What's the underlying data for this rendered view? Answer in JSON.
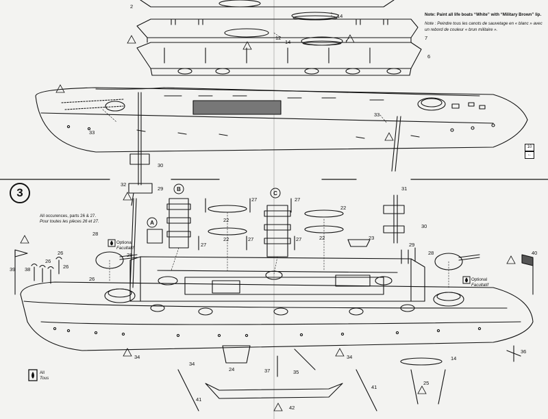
{
  "step": {
    "number": "3"
  },
  "notes": {
    "en_prefix": "Note:",
    "en_text": "Paint all life boats “White” with “Military Brown” lip.",
    "fr_prefix": "Note :",
    "fr_text": "Peindre tous les canots de sauvetage en « blanc » avec un rebord de couleur « brun militaire »."
  },
  "occurrences": {
    "en": "All occurences, parts 26 & 27.",
    "fr": "Pour toutes les pièces 26 et 27."
  },
  "optional": {
    "en": "Optional",
    "fr": "Facultatif"
  },
  "legend": {
    "en": "All",
    "fr": "Tous"
  },
  "circle_labels": {
    "a": "A",
    "b": "B",
    "c": "C"
  },
  "side_marks": {
    "page_box": "10",
    "arrow_box": "←"
  },
  "part_numbers": {
    "p2": "2",
    "p7": "7",
    "p6": "6",
    "p12": "12",
    "p14a": "14",
    "p14b": "14",
    "p33a": "33",
    "p33b": "33",
    "p30a": "30",
    "p32": "32",
    "p29a": "29",
    "p31": "31",
    "p30b": "30",
    "p29b": "29",
    "p28a": "28",
    "p28b": "28",
    "p28c": "28",
    "p26a": "26",
    "p26b": "26",
    "p26c": "26",
    "p26d": "26",
    "p27a": "27",
    "p27b": "27",
    "p27c": "27",
    "p27d": "27",
    "p27e": "27",
    "p22a": "22",
    "p22b": "22",
    "p22c": "22",
    "p22d": "22",
    "p23": "23",
    "p39": "39",
    "p38": "38",
    "p40": "40",
    "p34a": "34",
    "p34b": "34",
    "p34c": "34",
    "p24": "24",
    "p37": "37",
    "p35": "35",
    "p36": "36",
    "p25": "25",
    "p41a": "41",
    "p41b": "41",
    "p42": "42",
    "p14c": "14"
  }
}
